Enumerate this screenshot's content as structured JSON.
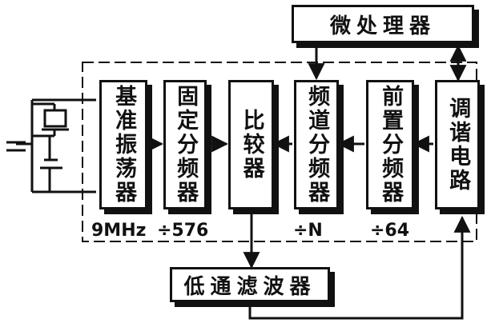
{
  "blocks": {
    "microprocessor": "微处理器",
    "reference_oscillator": "基准振荡器",
    "fixed_divider": "固定分频器",
    "comparator": "比较器",
    "frequency_divider": "频道分频器",
    "prescaler": "前置分频器",
    "tuning_circuit": "调谐电路",
    "low_pass_filter": "低通滤波器"
  },
  "labels": {
    "osc_freq": "9MHz",
    "fixed_ratio": "÷576",
    "variable_ratio": "÷N",
    "prescaler_ratio": "÷64"
  },
  "colors": {
    "ink": "#111111",
    "background": "#ffffff"
  }
}
